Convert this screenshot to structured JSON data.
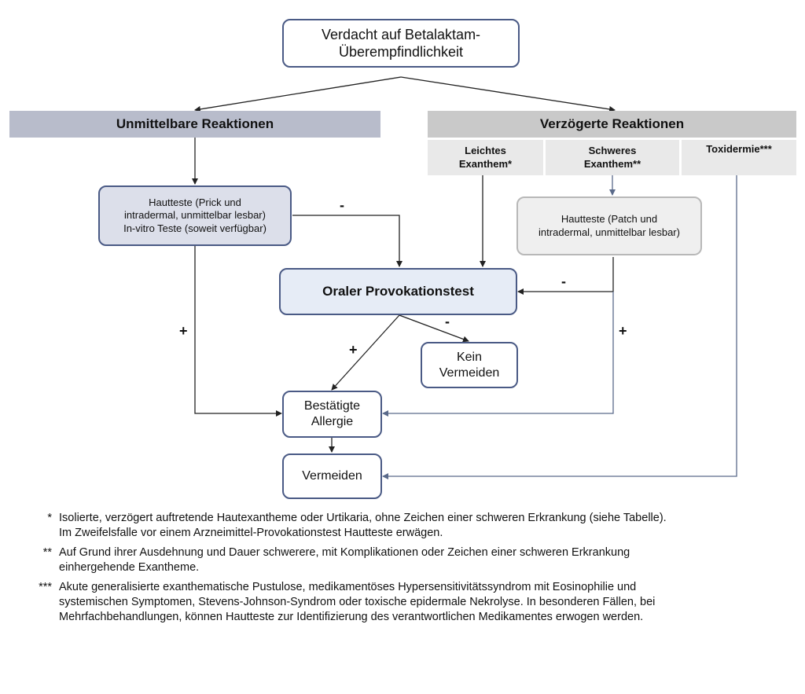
{
  "flowchart": {
    "top_node": "Verdacht auf Betalaktam-Überempfindlichkeit",
    "immediate_header": "Unmittelbare Reaktionen",
    "delayed_header": "Verzögerte Reaktionen",
    "delayed_sub": {
      "mild": "Leichtes Exanthem*",
      "severe": "Schweres Exanthem**",
      "toxi": "Toxidermie***"
    },
    "skin_tests_immediate": {
      "line1": "Hautteste (Prick und",
      "line2": "intradermal, unmittelbar lesbar)",
      "line3": "In-vitro Teste (soweit verfügbar)"
    },
    "skin_tests_delayed": {
      "line1": "Hautteste (Patch und",
      "line2": "intradermal, unmittelbar lesbar)"
    },
    "provocation": "Oraler Provokationstest",
    "no_avoidance": "Kein Vermeiden",
    "confirmed_allergy": "Bestätigte Allergie",
    "avoid": "Vermeiden",
    "sign_minus": "-",
    "sign_plus": "+"
  },
  "footnotes": [
    {
      "mark": "*",
      "text": "Isolierte, verzögert auftretende Hautexantheme oder Urtikaria, ohne Zeichen einer schweren Erkrankung (siehe Tabelle). Im Zweifelsfalle vor einem Arzneimittel-Provokationstest Hautteste erwägen."
    },
    {
      "mark": "**",
      "text": "Auf Grund ihrer Ausdehnung und Dauer schwerere, mit Komplikationen oder Zeichen einer schweren Erkrankung einhergehende Exantheme."
    },
    {
      "mark": "***",
      "text": "Akute generalisierte exanthematische Pustulose, medikamentöses Hypersensitivitätssyndrom mit Eosinophilie und systemischen Symptomen, Stevens-Johnson-Syndrom oder toxische epidermale Nekrolyse. In besonderen Fällen, bei Mehrfachbehandlungen, können Hautteste zur Identifizierung des verantwortlichen Medikamentes erwogen werden."
    }
  ],
  "colors": {
    "node_border": "#4a5a85",
    "immediate_fill": "#b8bccb",
    "delayed_fill": "#c9c9c9",
    "sub_fill": "#e9e9e9",
    "provocation_fill": "#e6ecf6",
    "skin_immediate_fill": "#dcdfea",
    "skin_delayed_fill": "#efefef"
  }
}
